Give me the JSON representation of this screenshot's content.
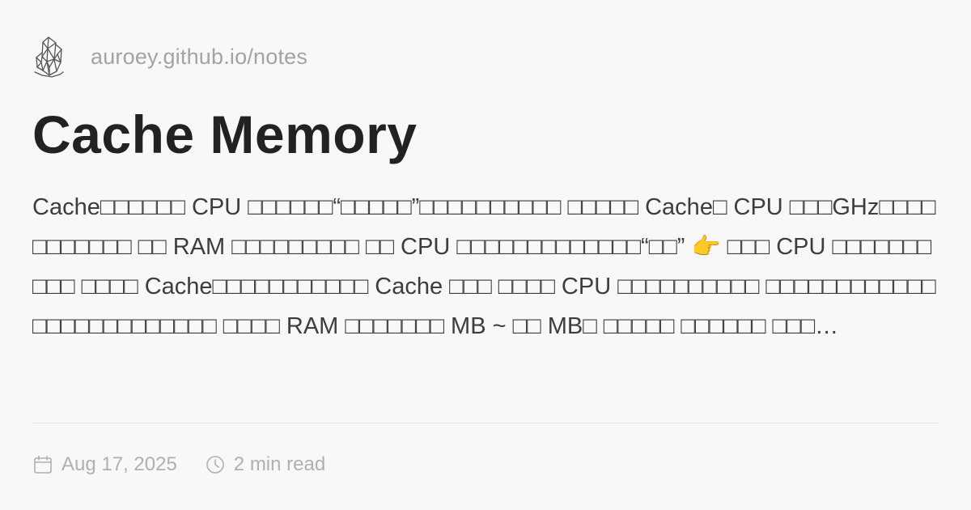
{
  "site": {
    "url": "auroey.github.io/notes"
  },
  "post": {
    "title": "Cache Memory",
    "excerpt": "Cache□□□□□□ CPU □□□□□□“□□□□□”□□□□□□□□□□     □□□□□ Cache□ CPU □□□GHz□□□□□□□□□□□ □□ RAM □□□□□□□□□ □□ CPU □□□□□□□□□□□□□“□□”     👉 □□□ CPU □□□□□□□□□□ □□□□ Cache□□□□□□□□□□□     Cache □□□ □□□□ CPU □□□□□□□□□□     □□□□□□□□□□□□□□□□□□□□□□□□□     □□□□ RAM □□□□□□□ MB ~ □□ MB□     □□□□□ □□□□□□ □□□…",
    "date": "Aug 17, 2025",
    "read_time": "2 min read"
  },
  "icons": {
    "logo": "crystal-logo-icon",
    "date": "calendar-icon",
    "read_time": "clock-icon"
  },
  "colors": {
    "background": "#f9f8f9",
    "title": "#222222",
    "body_text": "#3d3d3d",
    "muted": "#a3a3a3",
    "divider": "#e6e4e6"
  }
}
